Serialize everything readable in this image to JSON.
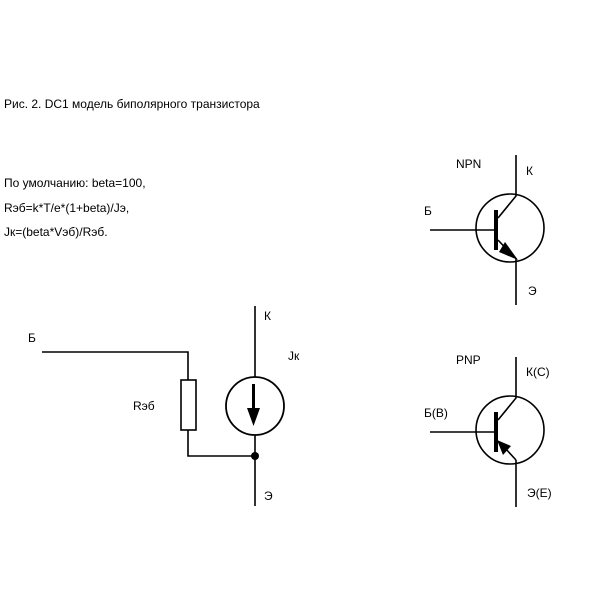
{
  "caption": "Рис. 2. DC1 модель биполярного транзистора",
  "defaults": {
    "line1": "По умолчанию: beta=100,",
    "line2": "Rэб=k*T/e*(1+beta)/Jэ,",
    "line3": "Jк=(beta*Vэб)/Rэб."
  },
  "model": {
    "base_label": "Б",
    "collector_label": "К",
    "emitter_label": "Э",
    "resistor_label": "Rэб",
    "source_label": "Jк"
  },
  "npn": {
    "title": "NPN",
    "base_label": "Б",
    "collector_label": "К",
    "emitter_label": "Э"
  },
  "pnp": {
    "title": "PNP",
    "base_label": "Б(В)",
    "collector_label": "К(С)",
    "emitter_label": "Э(Е)"
  }
}
